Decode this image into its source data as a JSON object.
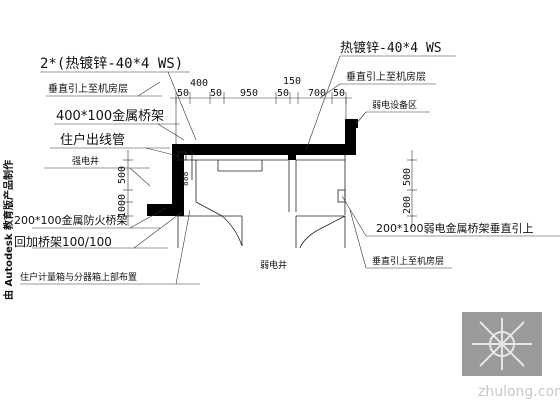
{
  "labels": {
    "cable_left_top": "2*(热镀锌-40*4 WS)",
    "riser_left": "垂直引上至机房层",
    "cable_right_top": "热镀锌-40*4 WS",
    "riser_right_top": "垂直引上至机房层",
    "tray_400": "400*100金属桥架",
    "conduit": "住户出线管",
    "strong_shaft": "强电井",
    "weak_room": "弱电设备区",
    "fire_tray": "200*100金属防火桥架",
    "tray_100": "回加桥架100/100",
    "meter_note": "住户计量箱与分器箱上部布置",
    "weak_shaft": "弱电井",
    "tray_200_weak": "200*100弱电金属桥架垂直引上",
    "riser_right_bottom": "垂直引上至机房层",
    "vertical_note": "由 Autodesk 教育版产品制作",
    "watermark": "zhulong.com"
  },
  "dims": {
    "top": [
      "50",
      "400",
      "50",
      "950",
      "50",
      "150",
      "700",
      "50"
    ],
    "left": [
      "500",
      "888",
      "1000"
    ],
    "right": [
      "500",
      "200"
    ]
  }
}
